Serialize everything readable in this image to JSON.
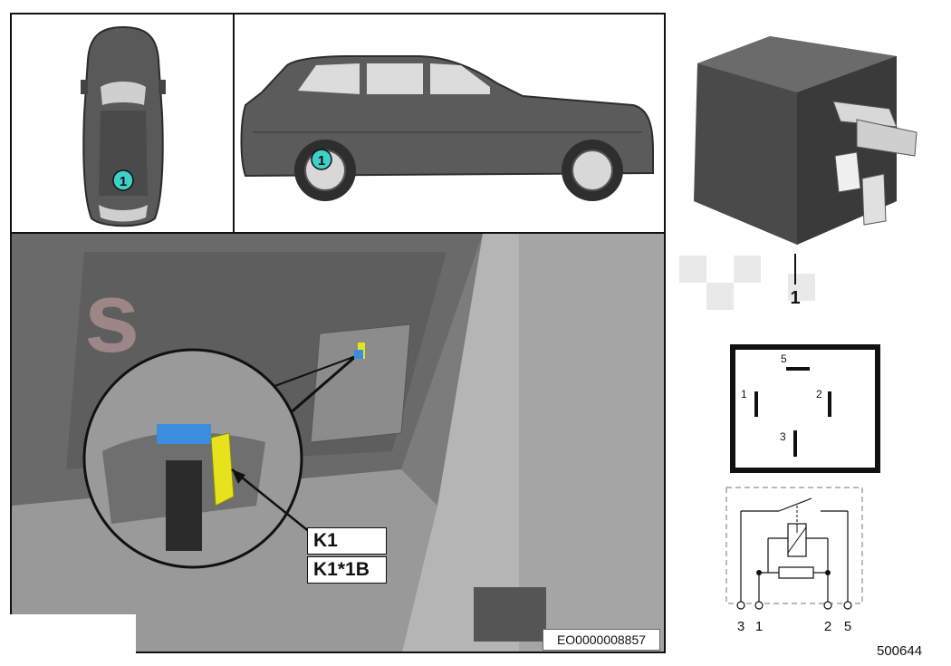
{
  "callout_number": "1",
  "connector_labels": {
    "primary": "K1",
    "secondary": "K1*1B"
  },
  "part_ref_label": "1",
  "image_code": "EO0000008857",
  "diagram_number": "500644",
  "pin_layout": {
    "pin5": "5",
    "pin1": "1",
    "pin2": "2",
    "pin3": "3"
  },
  "circuit_terminals": [
    "3",
    "1",
    "2",
    "5"
  ],
  "colors": {
    "marker": "#3fd0c8",
    "connector": "#e6e21c",
    "tape": "#3b8ede",
    "watermark": "#e8b8b8"
  }
}
